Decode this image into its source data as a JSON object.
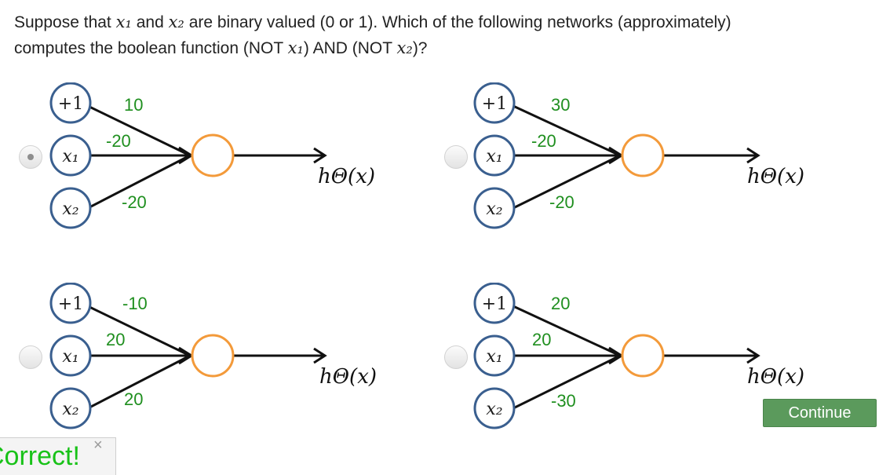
{
  "question": {
    "part1": "Suppose that ",
    "x1": "x₁",
    "part2": " and ",
    "x2": "x₂",
    "part3": " are binary valued (0 or 1). Which of the following networks (approximately) computes the boolean function (NOT ",
    "x1b": "x₁",
    "part4": ") AND (NOT ",
    "x2b": "x₂",
    "part5": ")?"
  },
  "node_labels": {
    "bias": "+1",
    "x1": "x₁",
    "x2": "x₂"
  },
  "output_label": "hΘ(x)",
  "options": [
    {
      "selected": true,
      "weights": {
        "bias": "10",
        "x1": "-20",
        "x2": "-20"
      }
    },
    {
      "selected": false,
      "weights": {
        "bias": "30",
        "x1": "-20",
        "x2": "-20"
      }
    },
    {
      "selected": false,
      "weights": {
        "bias": "-10",
        "x1": "20",
        "x2": "20"
      }
    },
    {
      "selected": false,
      "weights": {
        "bias": "20",
        "x1": "20",
        "x2": "-30"
      }
    }
  ],
  "continue_label": "Continue",
  "feedback": {
    "text": "Correct!",
    "close": "×"
  },
  "colors": {
    "input_node": "#3a5f8f",
    "output_node": "#f39a3a",
    "weight": "#1f8f1f",
    "feedback": "#18c218",
    "button": "#5b9a5c"
  }
}
